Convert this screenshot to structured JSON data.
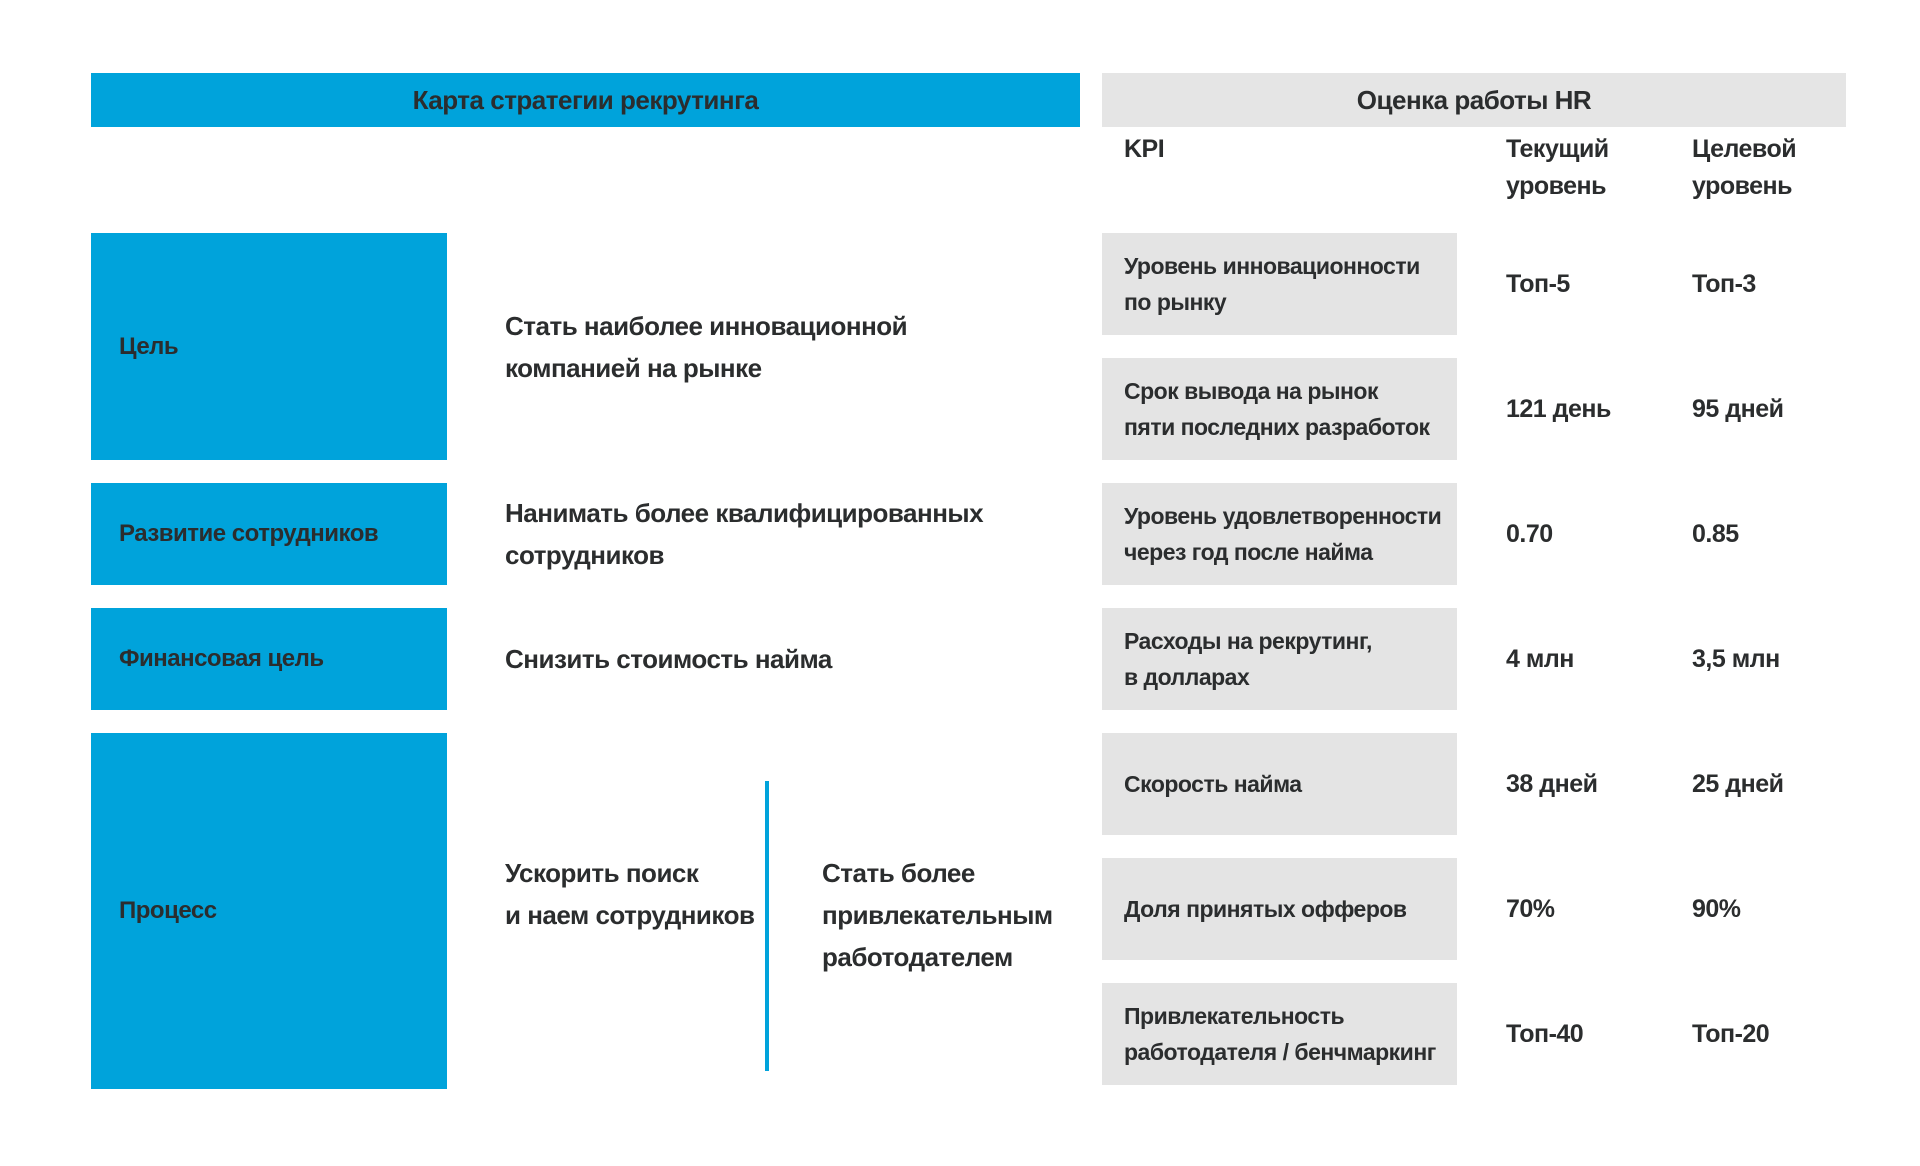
{
  "colors": {
    "accent_blue": "#00a3db",
    "panel_gray": "#e5e5e5",
    "row_gray": "#e4e4e4",
    "text_dark": "#2b2d2e",
    "background": "#ffffff"
  },
  "left_panel": {
    "title": "Карта стратегии рекрутинга",
    "rows": [
      {
        "box_label": "Цель",
        "description": "Стать наиболее инновационной\nкомпанией на рынке"
      },
      {
        "box_label": "Развитие сотрудников",
        "description": "Нанимать более квалифицированных\nсотрудников"
      },
      {
        "box_label": "Финансовая цель",
        "description": "Снизить стоимость найма"
      },
      {
        "box_label": "Процесс",
        "description_left": "Ускорить поиск\nи наем сотрудников",
        "description_right": "Стать более\nпривлекательным\nработодателем"
      }
    ]
  },
  "right_panel": {
    "title": "Оценка работы HR",
    "columns": {
      "kpi": "KPI",
      "current": "Текущий\nуровень",
      "target": "Целевой\nуровень"
    },
    "rows": [
      {
        "label": "Уровень инновационности\nпо рынку",
        "current": "Топ-5",
        "target": "Топ-3"
      },
      {
        "label": "Срок вывода на рынок\nпяти последних разработок",
        "current": "121 день",
        "target": "95 дней"
      },
      {
        "label": "Уровень удовлетворенности\nчерез год после найма",
        "current": "0.70",
        "target": "0.85"
      },
      {
        "label": "Расходы на рекрутинг,\nв долларах",
        "current": "4 млн",
        "target": "3,5 млн"
      },
      {
        "label": "Скорость найма",
        "current": "38 дней",
        "target": "25 дней"
      },
      {
        "label": "Доля принятых офферов",
        "current": "70%",
        "target": "90%"
      },
      {
        "label": "Привлекательность\nработодателя / бенчмаркинг",
        "current": "Топ-40",
        "target": "Топ-20"
      }
    ]
  }
}
